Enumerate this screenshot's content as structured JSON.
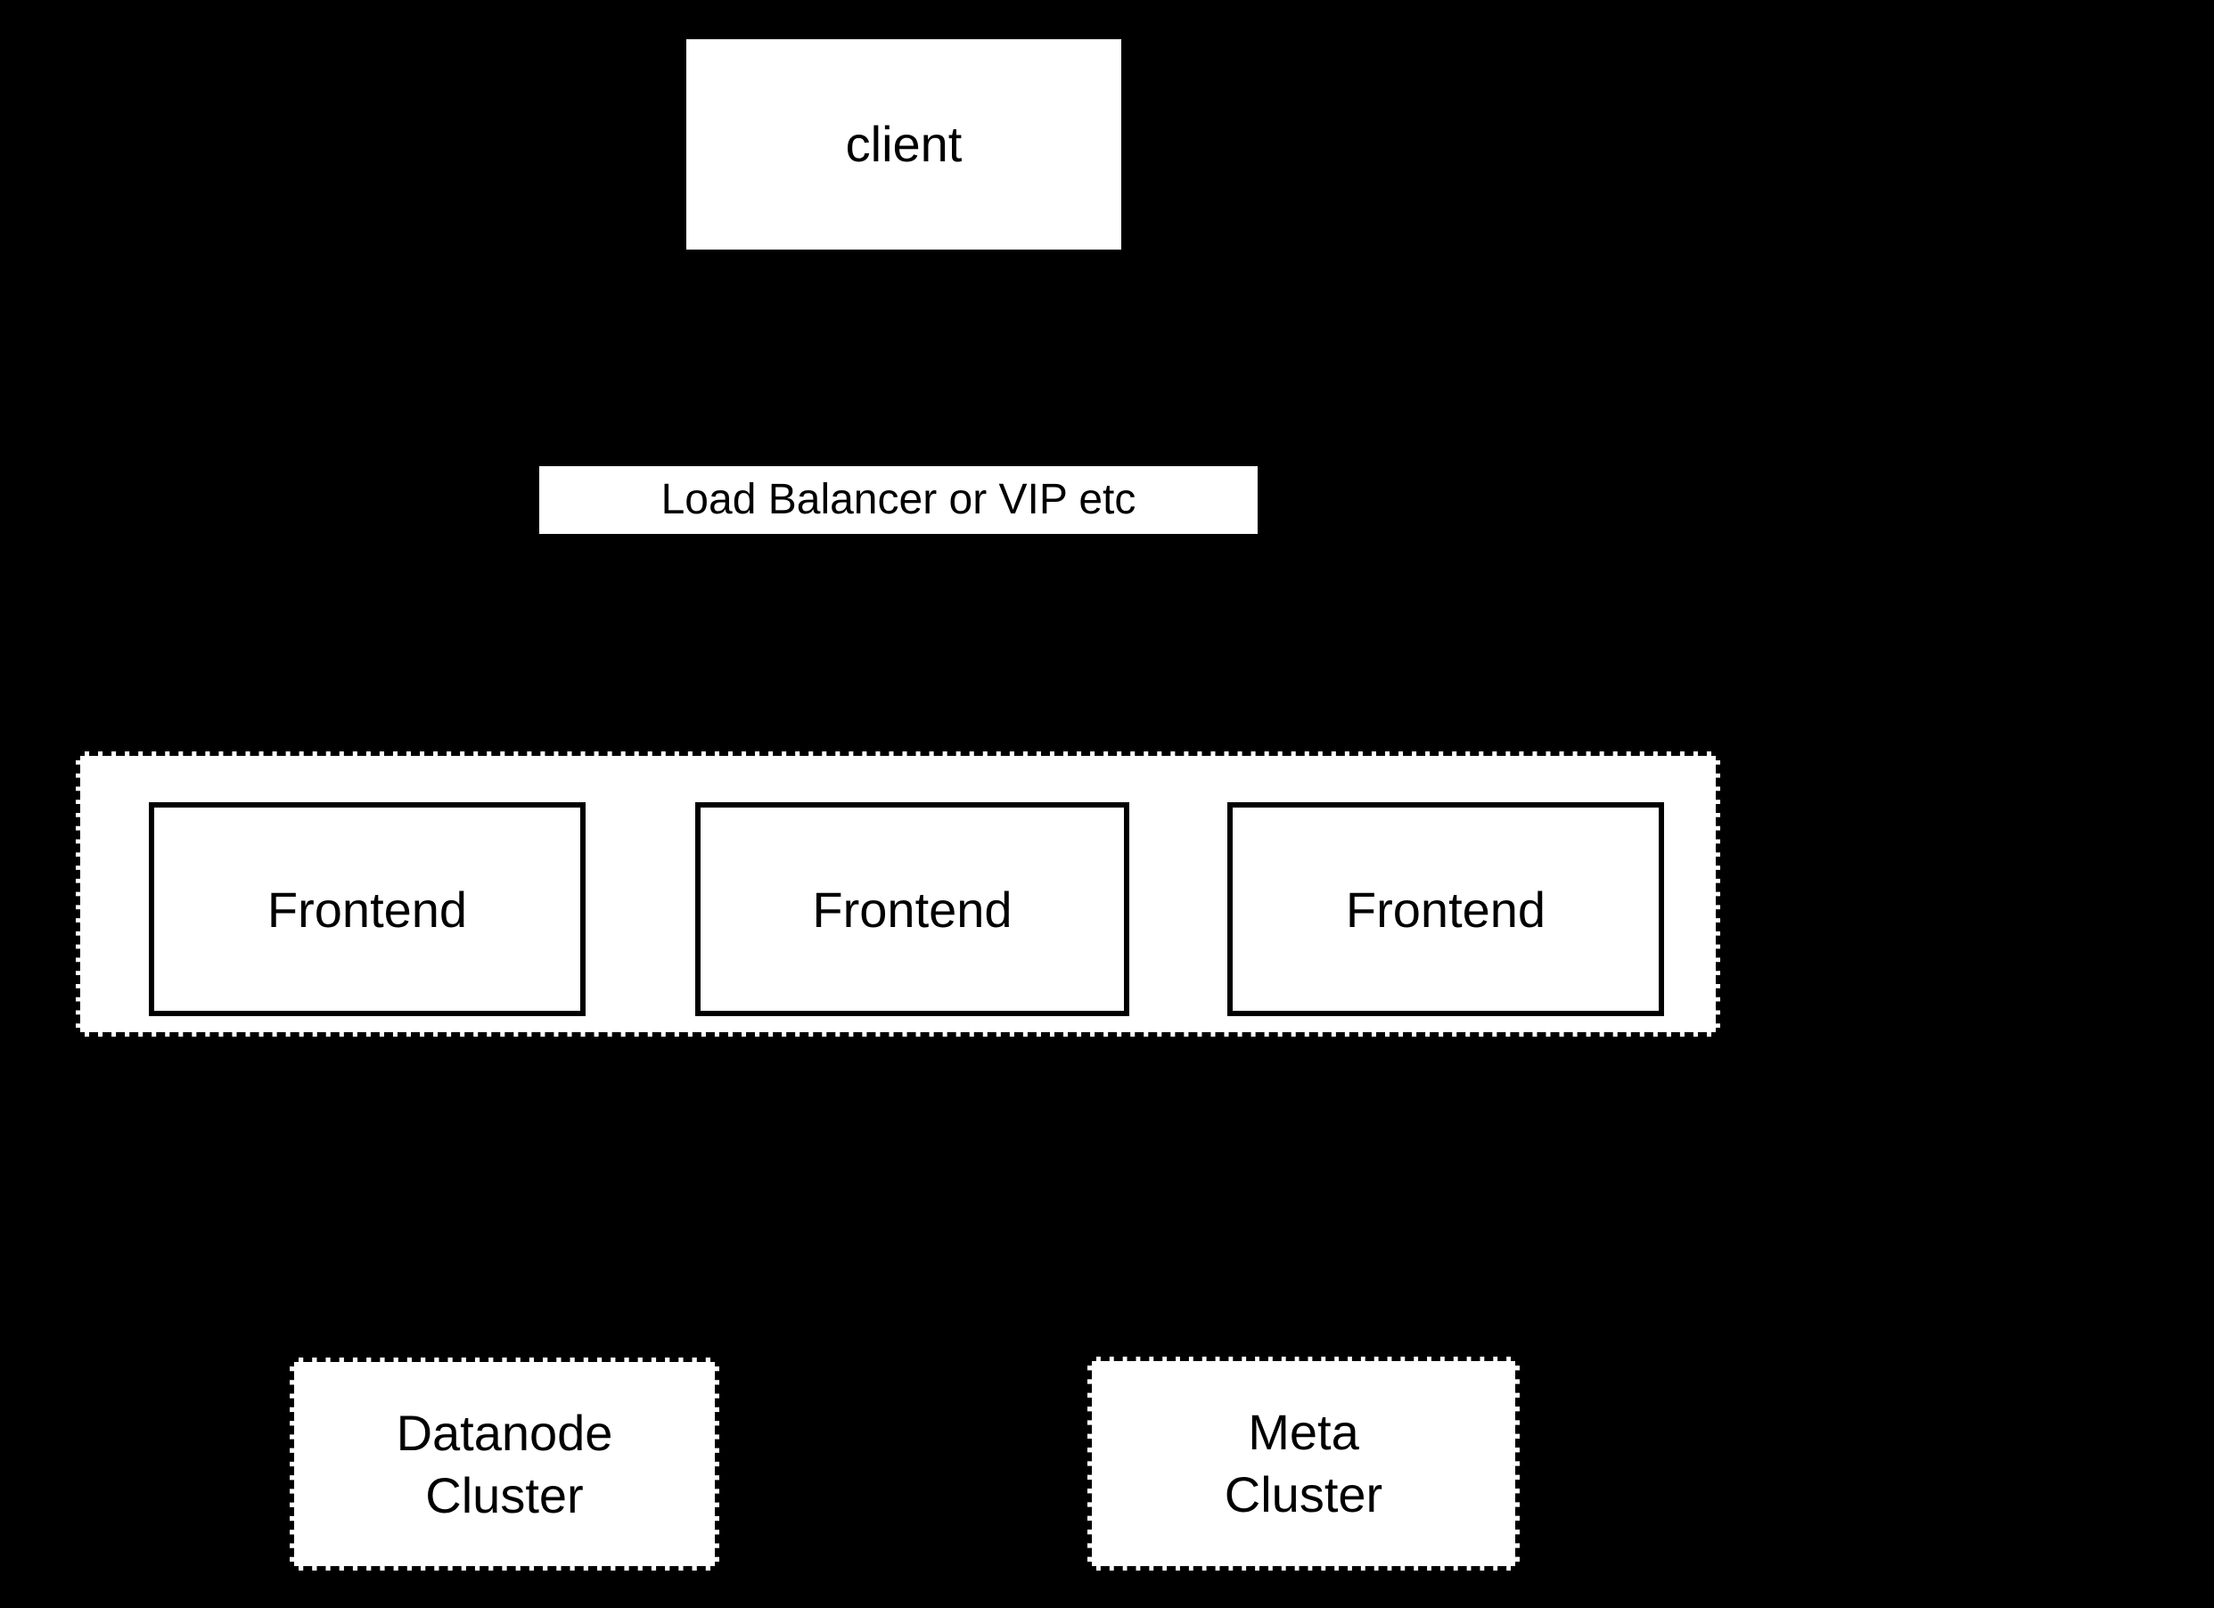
{
  "diagram": {
    "colors": {
      "background": "#000000",
      "node_fill": "#ffffff",
      "node_border": "#000000",
      "text": "#000000"
    },
    "nodes": {
      "client": {
        "label": "client"
      },
      "load_balancer": {
        "label": "Load Balancer or VIP etc"
      },
      "frontends": [
        {
          "label": "Frontend"
        },
        {
          "label": "Frontend"
        },
        {
          "label": "Frontend"
        }
      ],
      "datanode_cluster": {
        "lines": [
          "Datanode",
          "Cluster"
        ]
      },
      "meta_cluster": {
        "lines": [
          "Meta",
          "Cluster"
        ]
      }
    }
  }
}
